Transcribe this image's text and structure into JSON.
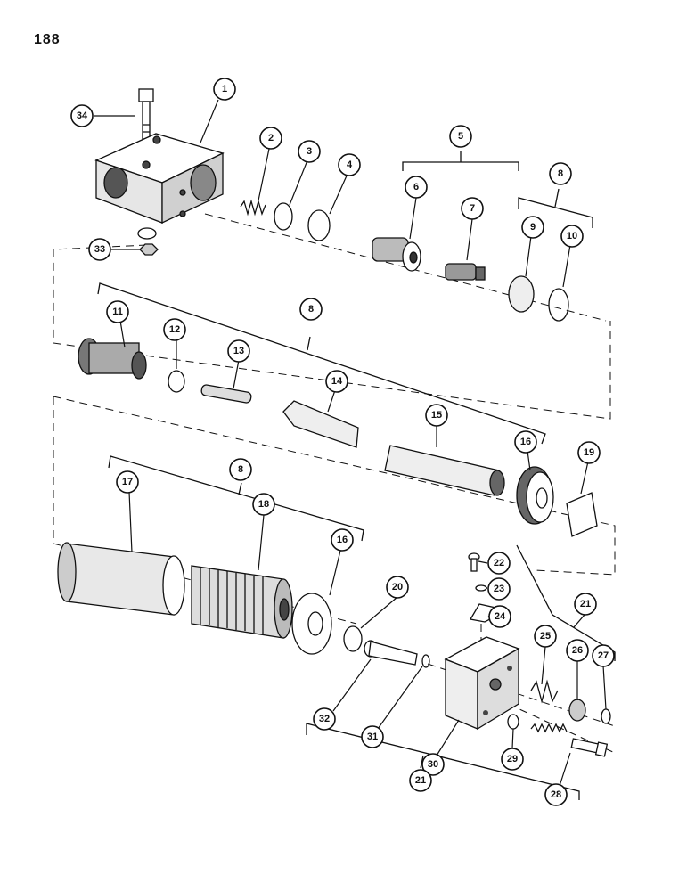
{
  "page_number": "188",
  "callouts": [
    {
      "id": "1",
      "label": "1"
    },
    {
      "id": "2",
      "label": "2"
    },
    {
      "id": "3",
      "label": "3"
    },
    {
      "id": "4",
      "label": "4"
    },
    {
      "id": "5",
      "label": "5"
    },
    {
      "id": "6",
      "label": "6"
    },
    {
      "id": "7",
      "label": "7"
    },
    {
      "id": "8a",
      "label": "8"
    },
    {
      "id": "9",
      "label": "9"
    },
    {
      "id": "10",
      "label": "10"
    },
    {
      "id": "11",
      "label": "11"
    },
    {
      "id": "12",
      "label": "12"
    },
    {
      "id": "13",
      "label": "13"
    },
    {
      "id": "14",
      "label": "14"
    },
    {
      "id": "15",
      "label": "15"
    },
    {
      "id": "16a",
      "label": "16"
    },
    {
      "id": "8b",
      "label": "8"
    },
    {
      "id": "19",
      "label": "19"
    },
    {
      "id": "17",
      "label": "17"
    },
    {
      "id": "18",
      "label": "18"
    },
    {
      "id": "8c",
      "label": "8"
    },
    {
      "id": "16b",
      "label": "16"
    },
    {
      "id": "20",
      "label": "20"
    },
    {
      "id": "22",
      "label": "22"
    },
    {
      "id": "23",
      "label": "23"
    },
    {
      "id": "24",
      "label": "24"
    },
    {
      "id": "21a",
      "label": "21"
    },
    {
      "id": "25",
      "label": "25"
    },
    {
      "id": "26",
      "label": "26"
    },
    {
      "id": "27",
      "label": "27"
    },
    {
      "id": "32",
      "label": "32"
    },
    {
      "id": "31",
      "label": "31"
    },
    {
      "id": "30",
      "label": "30"
    },
    {
      "id": "29",
      "label": "29"
    },
    {
      "id": "28",
      "label": "28"
    },
    {
      "id": "21b",
      "label": "21"
    },
    {
      "id": "33",
      "label": "33"
    },
    {
      "id": "34",
      "label": "34"
    }
  ]
}
